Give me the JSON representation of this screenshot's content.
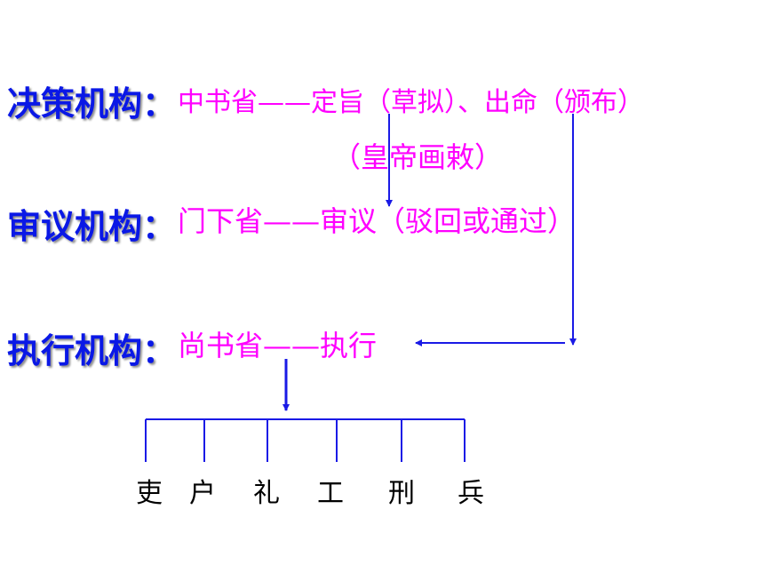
{
  "colors": {
    "label": "#0a18e6",
    "content": "#ff00ff",
    "connector": "#1a1ae6",
    "department": "#000000"
  },
  "decision": {
    "label": "决策机构：",
    "text": "中书省——定旨（草拟）、出命（颁布）",
    "subtext": "（皇帝画敕）"
  },
  "review": {
    "label": "审议机构：",
    "text": "门下省——审议（驳回或通过）"
  },
  "execution": {
    "label": "执行机构：",
    "text": "尚书省——执行"
  },
  "departments": [
    "吏",
    "户",
    "礼",
    "工",
    "刑",
    "兵"
  ]
}
